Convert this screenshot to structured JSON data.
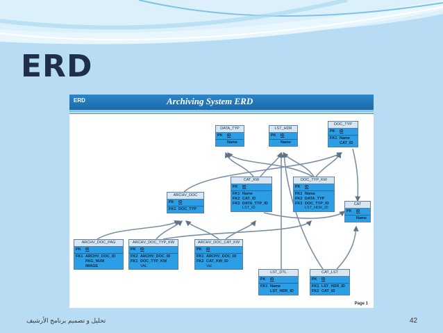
{
  "slide": {
    "title": "ERD",
    "footer_text": "تحليل و تصميم برنامج الأرشيف",
    "page_number": "42"
  },
  "diagram": {
    "header_label": "ERD",
    "title": "Archiving System ERD",
    "page_label": "Page 1",
    "entities": [
      {
        "name": "DATA_TYP",
        "pk": [
          "PK"
        ],
        "pk_fields": [
          "ID"
        ],
        "attrs_keys": [
          ""
        ],
        "attrs": [
          "Name"
        ]
      },
      {
        "name": "LST_HDR",
        "pk": [
          "PK"
        ],
        "pk_fields": [
          "ID"
        ],
        "attrs_keys": [
          ""
        ],
        "attrs": [
          "Name"
        ]
      },
      {
        "name": "DOC_TYP",
        "pk": [
          "PK"
        ],
        "pk_fields": [
          "ID"
        ],
        "attrs_keys": [
          "",
          "FK1"
        ],
        "attrs": [
          "Name",
          "CAT_ID"
        ]
      },
      {
        "name": "CAT_KW",
        "pk": [
          "PK"
        ],
        "pk_fields": [
          "ID"
        ],
        "attrs_keys": [
          "",
          "FK1",
          "FK2",
          "FK3"
        ],
        "attrs": [
          "Name",
          "CAT_ID",
          "DATA_TYP_ID",
          "LST_ID"
        ]
      },
      {
        "name": "DOC_TYP_KW",
        "pk": [
          "PK"
        ],
        "pk_fields": [
          "ID"
        ],
        "attrs_keys": [
          "",
          "FK1",
          "FK2",
          "FK3"
        ],
        "attrs": [
          "Name",
          "DATA_TYP",
          "DOC_TYP_ID",
          "LST_HDR_ID"
        ]
      },
      {
        "name": "ARCHV_DOC",
        "pk": [
          "PK"
        ],
        "pk_fields": [
          "ID"
        ],
        "attrs_keys": [
          "FK1"
        ],
        "attrs": [
          "DOC_TYP"
        ]
      },
      {
        "name": "CAT",
        "pk": [
          "PK"
        ],
        "pk_fields": [
          "ID"
        ],
        "attrs_keys": [
          ""
        ],
        "attrs": [
          "Name"
        ]
      },
      {
        "name": "ARCHV_DOC_PAG",
        "pk": [
          "PK"
        ],
        "pk_fields": [
          "ID"
        ],
        "attrs_keys": [
          "FK1",
          "",
          ""
        ],
        "attrs": [
          "ARCHV_DOC_ID",
          "PAG_NUM",
          "IMAGE"
        ]
      },
      {
        "name": "ARCHV_DOC_TYP_KW",
        "pk": [
          "PK"
        ],
        "pk_fields": [
          "ID"
        ],
        "attrs_keys": [
          "FK2",
          "FK1",
          ""
        ],
        "attrs": [
          "ARCHV_DOC_ID",
          "DOC_TYP_KW",
          "VAL"
        ]
      },
      {
        "name": "ARCHV_DOC_CAT_KW",
        "pk": [
          "PK"
        ],
        "pk_fields": [
          "ID"
        ],
        "attrs_keys": [
          "FK1",
          "FK2",
          ""
        ],
        "attrs": [
          "ARCHV_DOC_ID",
          "CAT_KW_ID",
          "Val"
        ]
      },
      {
        "name": "LST_DTL",
        "pk": [
          "PK"
        ],
        "pk_fields": [
          "ID"
        ],
        "attrs_keys": [
          "",
          "FK1"
        ],
        "attrs": [
          "Name",
          "LST_HDR_ID"
        ]
      },
      {
        "name": "CAT_LST",
        "pk": [
          "PK"
        ],
        "pk_fields": [
          "ID"
        ],
        "attrs_keys": [
          "FK1",
          "FK2"
        ],
        "attrs": [
          "LST_HDR_ID",
          "CAT_ID"
        ]
      }
    ]
  },
  "colors": {
    "entity_body": "#2c9ee6",
    "entity_header": "#d8e6f2",
    "connector": "#7a8fa6",
    "slide_background": "#b9dcf5",
    "title_text": "#1f2f4a"
  }
}
